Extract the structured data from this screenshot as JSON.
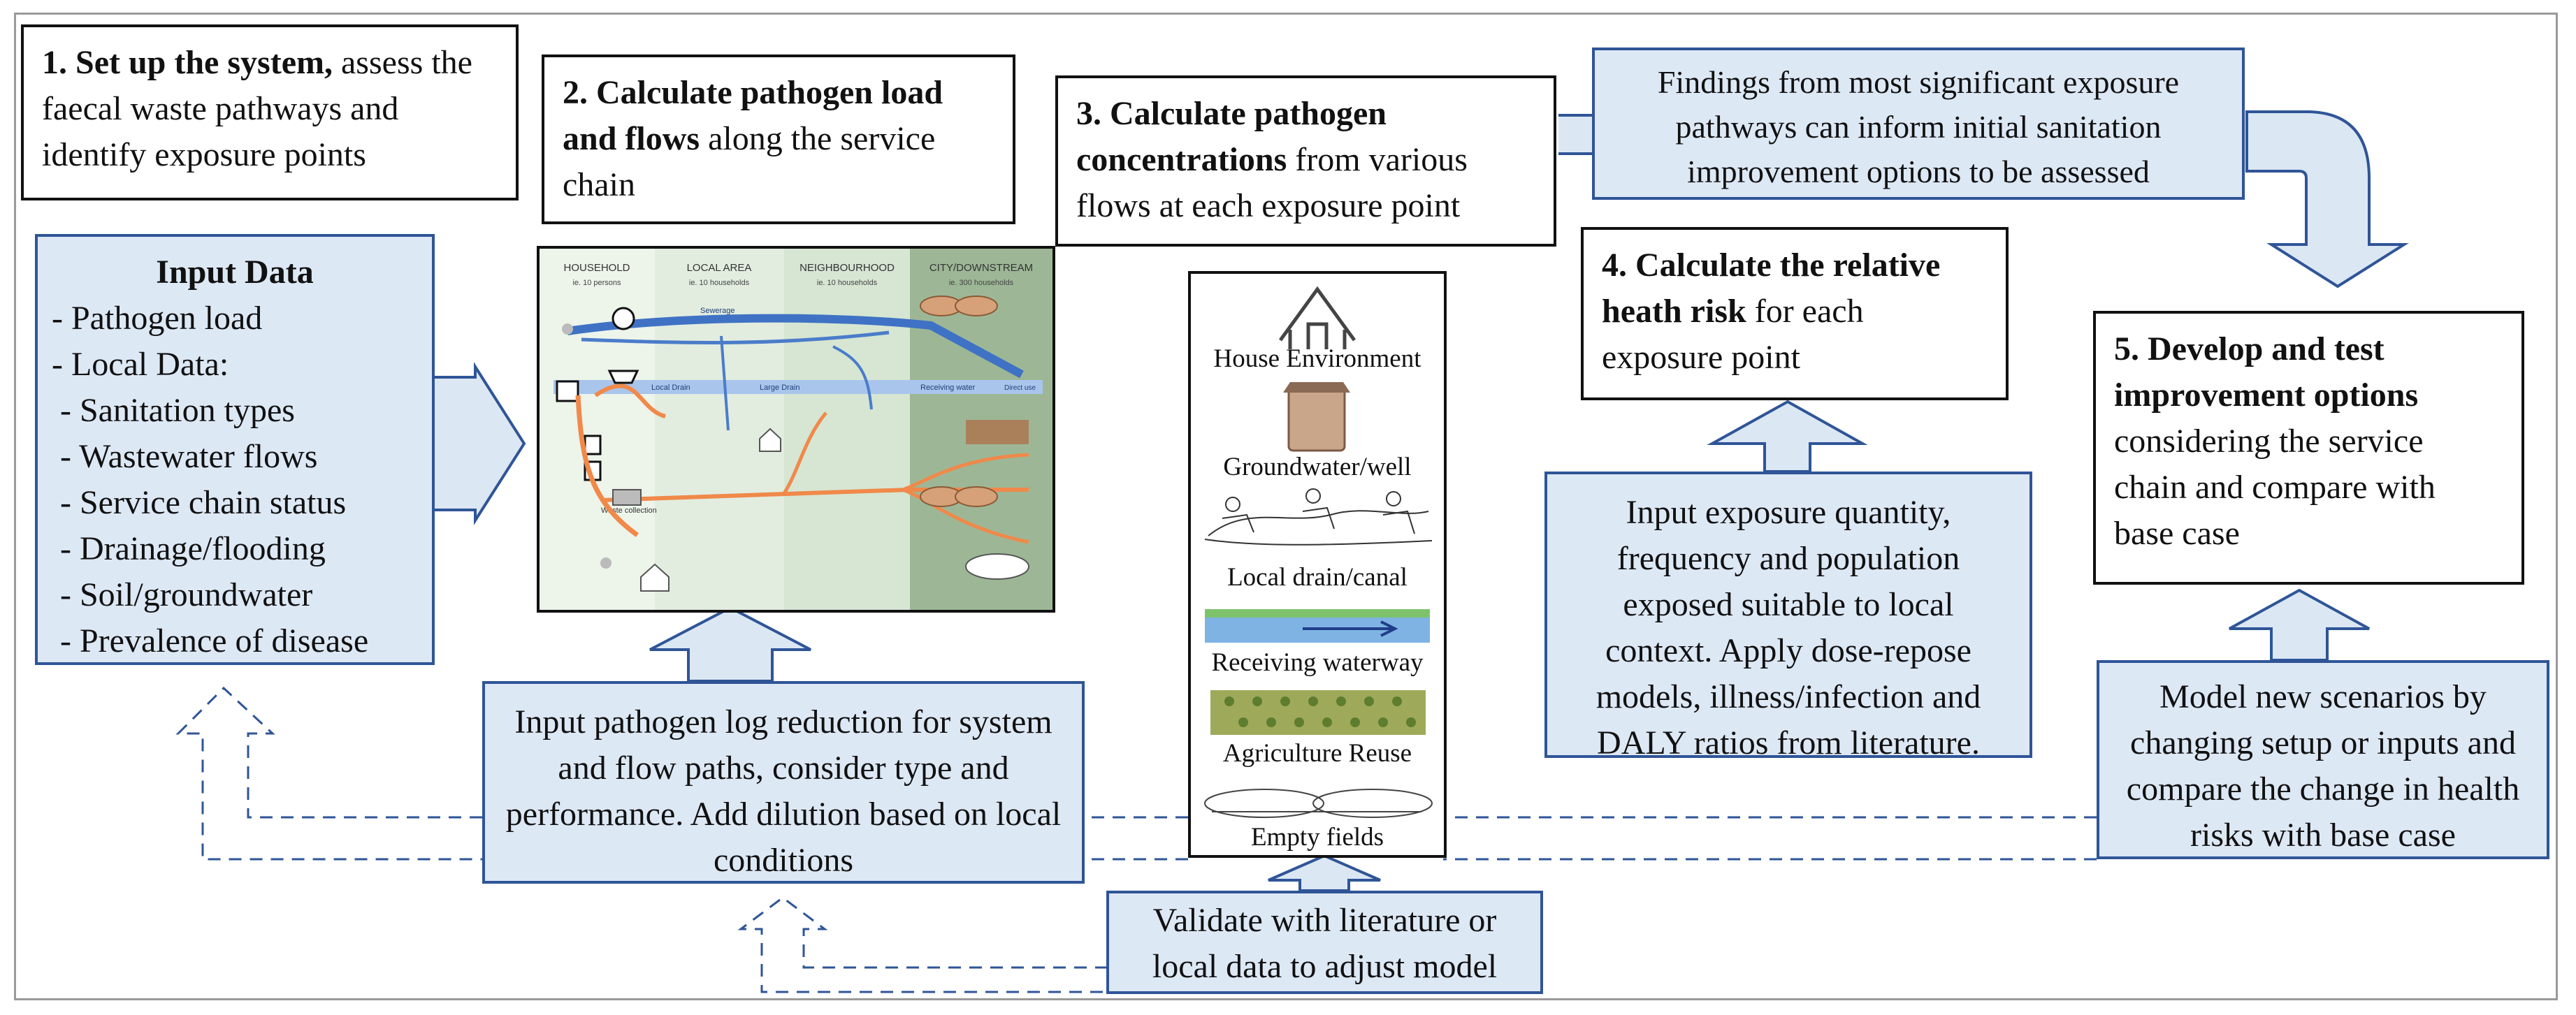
{
  "step1": {
    "bold": "1. Set up the system,",
    "rest": " assess the faecal waste pathways and identify exposure points"
  },
  "step2": {
    "bold": "2. Calculate pathogen load and flows",
    "rest": " along the service chain"
  },
  "step3": {
    "bold": "3. Calculate pathogen concentrations",
    "rest": " from various flows at each exposure point"
  },
  "step4": {
    "bold": "4. Calculate the relative heath risk",
    "rest": " for each exposure point"
  },
  "step5": {
    "bold": "5. Develop and test improvement options",
    "rest": " considering the service chain and compare with base case"
  },
  "findings": "Findings from most significant exposure pathways can inform initial sanitation improvement options to be assessed",
  "input_data": {
    "title": "Input Data",
    "items": [
      "- Pathogen load",
      "- Local Data:",
      " - Sanitation types",
      " - Wastewater flows",
      " - Service chain status",
      " - Drainage/flooding",
      " - Soil/groundwater",
      " - Prevalence of disease"
    ]
  },
  "pathogen_input": "Input pathogen log reduction for system and flow paths, consider type and performance. Add dilution based on local conditions",
  "exposure_input": "Input exposure quantity, frequency and population exposed suitable to local context. Apply dose-repose models, illness/infection and DALY ratios from literature.",
  "model_scenarios": "Model new scenarios by changing setup or inputs and compare the change in health risks with base case",
  "validate": "Validate with literature or local data to adjust model",
  "exposure_points": [
    "House Environment",
    "Groundwater/well",
    "Local drain/canal",
    "Receiving waterway",
    "Agriculture Reuse",
    "Empty fields"
  ],
  "service_chain": {
    "columns": [
      "HOUSEHOLD",
      "LOCAL AREA",
      "NEIGHBOURHOOD",
      "CITY/DOWNSTREAM"
    ],
    "subtitles": [
      "ie. 10 persons",
      "ie. 10 households",
      "ie. 10 households",
      "ie. 300 households"
    ],
    "labels": [
      "Local Drain",
      "Large Drain",
      "Receiving water",
      "Direct use",
      "Sewerage",
      "Waste collection"
    ]
  },
  "colors": {
    "box_fill": "#dde8f5",
    "box_border": "#2f5597",
    "arrow_fill": "#dce7f4",
    "dashed": "#2f5597",
    "orange_flow": "#f0894a",
    "blue_flow": "#4a7cc9"
  }
}
